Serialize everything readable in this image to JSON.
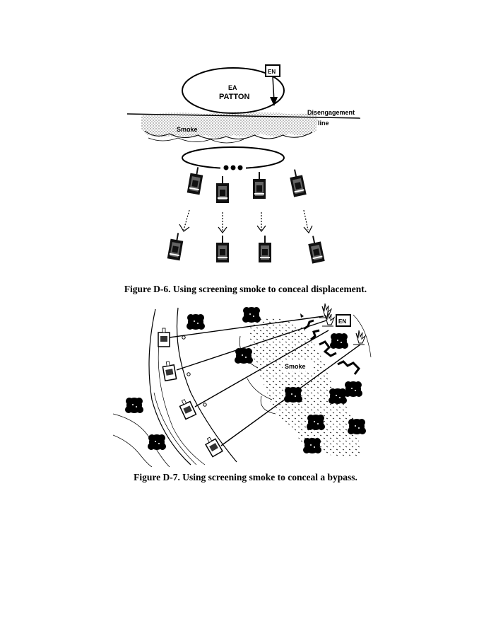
{
  "figures": [
    {
      "id": "D-6",
      "caption": "Figure D-6. Using screening smoke to conceal displacement.",
      "labels": {
        "enemy": "EN",
        "engagement_area_line1": "EA",
        "engagement_area_line2": "PATTON",
        "disengagement_line1": "Disengagement",
        "disengagement_line2": "line",
        "smoke": "Smoke"
      },
      "tanks_front_row": 4,
      "tanks_rear_row": 4
    },
    {
      "id": "D-7",
      "caption": "Figure D-7. Using screening smoke to conceal a bypass.",
      "labels": {
        "enemy": "EN",
        "smoke": "Smoke"
      },
      "vehicles": 4,
      "lines_of_fire": 4
    }
  ]
}
